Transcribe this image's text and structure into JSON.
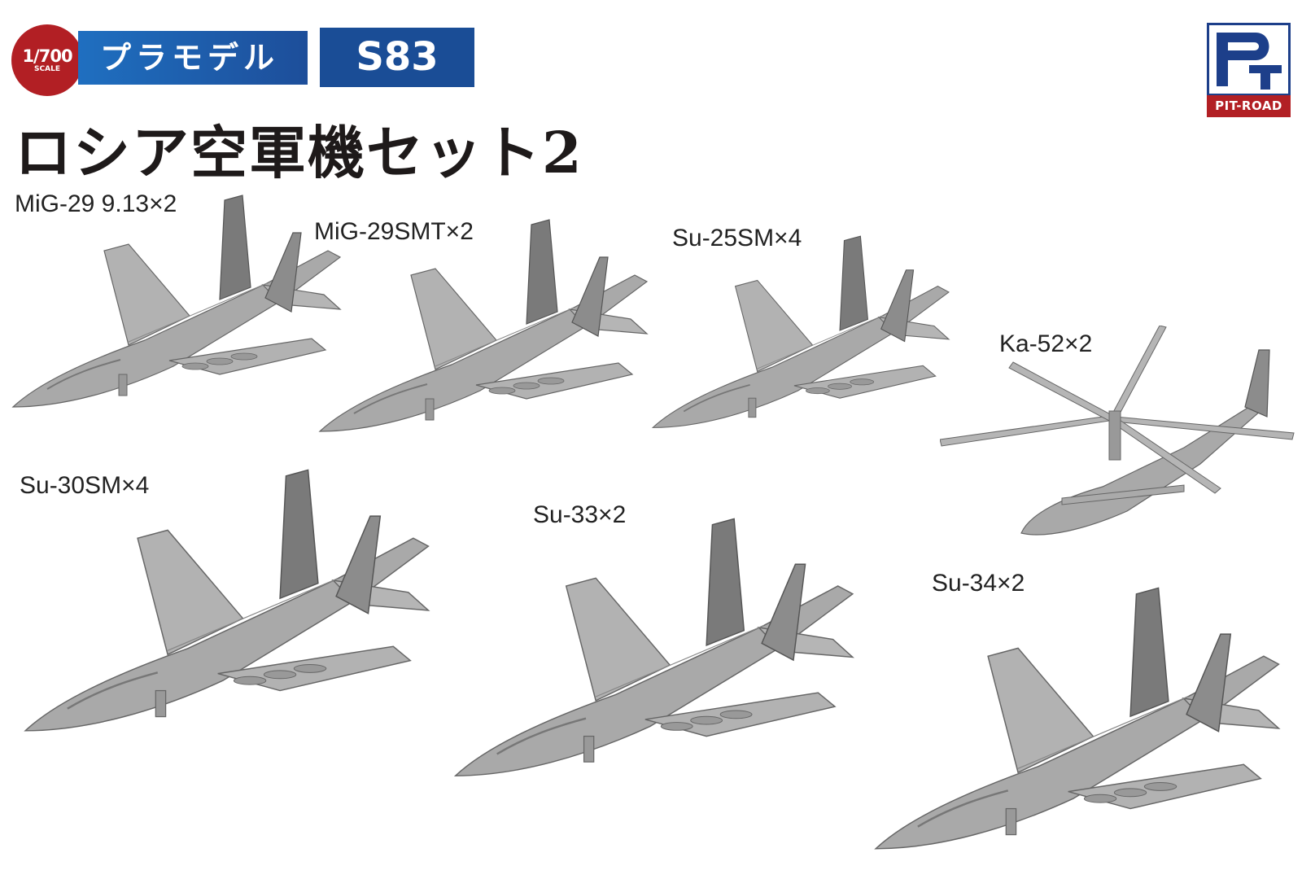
{
  "header": {
    "scale": "1/700",
    "scale_caption": "SCALE",
    "category": "プラモデル",
    "code": "S83",
    "title": "ロシア空軍機セット2"
  },
  "brand": {
    "name": "PIT-ROAD"
  },
  "models": [
    {
      "label": "MiG-29 9.13×2"
    },
    {
      "label": "MiG-29SMT×2"
    },
    {
      "label": "Su-25SM×4"
    },
    {
      "label": "Ka-52×2"
    },
    {
      "label": "Su-30SM×4"
    },
    {
      "label": "Su-33×2"
    },
    {
      "label": "Su-34×2"
    }
  ],
  "colors": {
    "badge_red": "#b21f24",
    "category_blue": "#1f6fc0",
    "code_navy": "#1a4d96",
    "model_gray": "#a9a9a9"
  }
}
